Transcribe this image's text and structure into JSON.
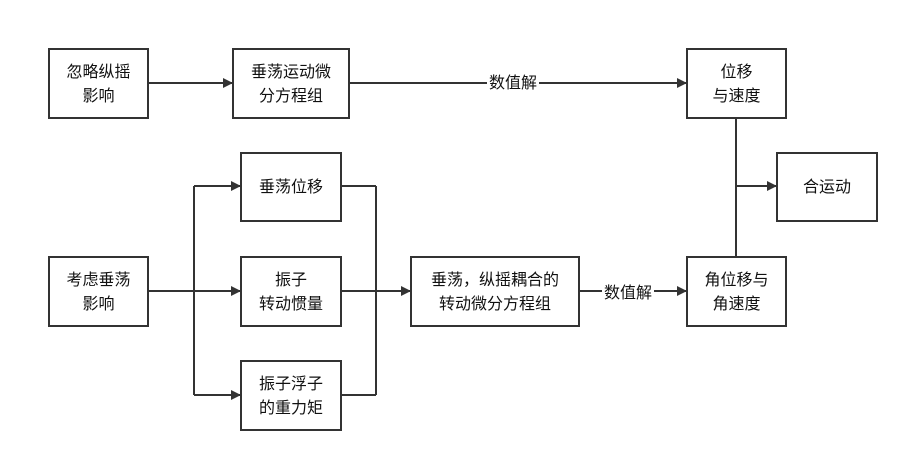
{
  "nodes": {
    "ignore_sway_effect": "忽略纵摇\n影响",
    "heave_equations": "垂荡运动微\n分方程组",
    "displacement_velocity": "位移\n与速度",
    "combined_motion": "合运动",
    "heave_displacement": "垂荡位移",
    "consider_heave_effect": "考虑垂荡\n影响",
    "oscillator_inertia": "振子\n转动惯量",
    "oscillator_float_gravity_moment": "振子浮子\n的重力矩",
    "coupled_rotation_equations": "垂荡，纵摇耦合的\n转动微分方程组",
    "angular_displacement_velocity": "角位移与\n角速度"
  },
  "edge_labels": {
    "numerical_solution_top": "数值解",
    "numerical_solution_bottom": "数值解"
  },
  "colors": {
    "stroke": "#333333",
    "text": "#111111",
    "background": "#ffffff"
  }
}
